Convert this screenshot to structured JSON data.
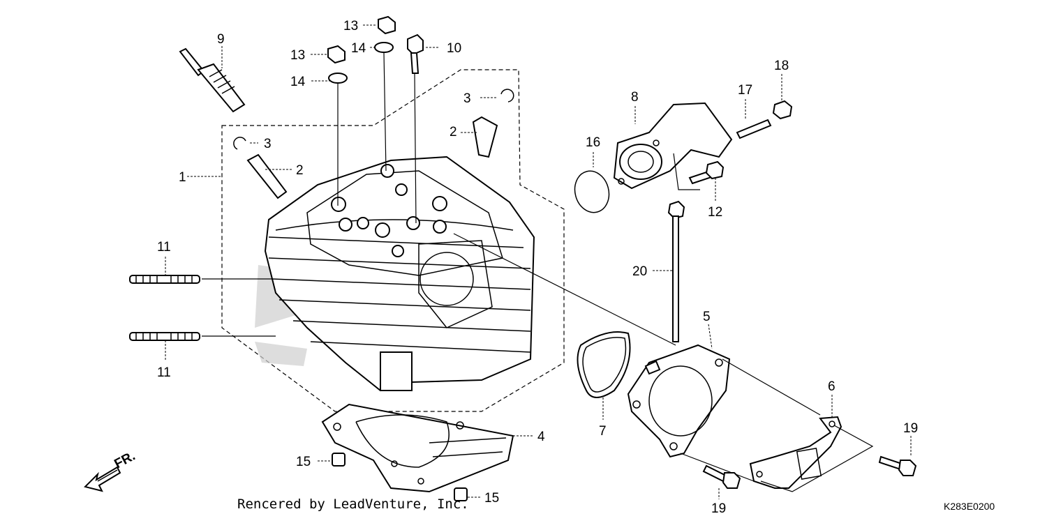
{
  "callouts": {
    "c1": "1",
    "c2a": "2",
    "c2b": "2",
    "c3a": "3",
    "c3b": "3",
    "c4": "4",
    "c5": "5",
    "c6": "6",
    "c7": "7",
    "c8": "8",
    "c9": "9",
    "c10": "10",
    "c11a": "11",
    "c11b": "11",
    "c12": "12",
    "c13a": "13",
    "c13b": "13",
    "c14a": "14",
    "c14b": "14",
    "c15a": "15",
    "c15b": "15",
    "c16": "16",
    "c17": "17",
    "c18": "18",
    "c19a": "19",
    "c19b": "19",
    "c20": "20"
  },
  "front_marker": "FR.",
  "credit": "Rencered by LeadVenture, Inc.",
  "diagram_code": "K283E0200"
}
